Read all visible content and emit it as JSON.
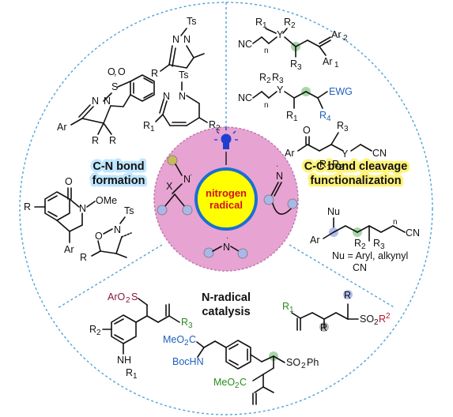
{
  "center": {
    "line1": "nitrogen",
    "line2": "radical"
  },
  "sectors": {
    "cn": {
      "line1": "C-N bond",
      "line2": "formation"
    },
    "cc": {
      "line1": "C-C bond cleavage",
      "line2": "functionalization"
    },
    "nr": {
      "line1": "N-radical",
      "line2": "catalysis"
    }
  },
  "note": {
    "line1": "Nu = Aryl, alkynyl",
    "line2": "CN"
  },
  "labels": {
    "ts": "Ts",
    "n": "N",
    "r": "R",
    "ar": "Ar",
    "o": "O",
    "s": "S",
    "x": "X",
    "nu": "Nu",
    "r1": "R",
    "sup1": "1",
    "r2": "R",
    "sup2": "2",
    "r3": "R",
    "sup3": "3",
    "r4": "R",
    "sup4": "4",
    "nc": "NC",
    "cn": "CN",
    "y": "Y",
    "ewg": "EWG",
    "n_sub": "n",
    "ome": "OMe",
    "aro2s": "ArO",
    "so2r": "SO",
    "nh": "NH",
    "meo2c": "MeO",
    "bochn": "BocHN",
    "so2ph": "SO",
    "ph": "Ph",
    "o2": "2",
    "c": "C"
  },
  "colors": {
    "dashed_ring": "#4fa3d9",
    "center_circle": "#e7a3d2",
    "center_border": "#c07ab0",
    "radical_circle": "#ffff00",
    "radical_ring": "#1a6fd1",
    "radical_text": "#d0101a",
    "node": "#aab7e8",
    "highlight_green": "#9ed29e",
    "highlight_gray": "#9a9a9a"
  }
}
